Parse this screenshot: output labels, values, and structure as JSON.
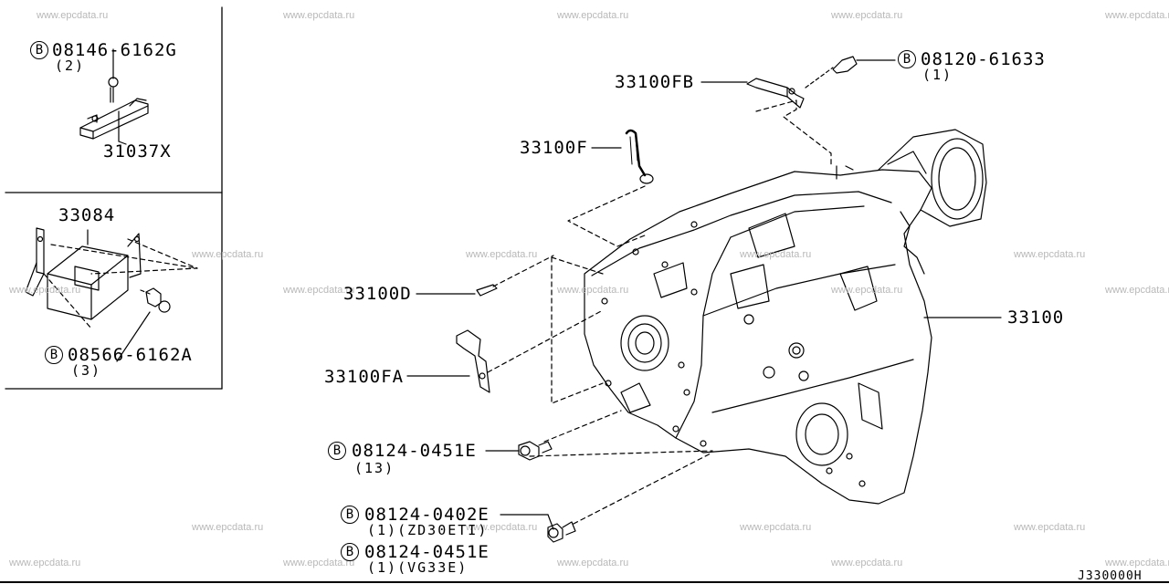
{
  "diagram_code": "J330000H",
  "bolt_marker": "B",
  "watermark": "www.epcdata.ru",
  "labels": {
    "p31037x": "31037X",
    "p33084": "33084",
    "p33100fb": "33100FB",
    "p33100f": "33100F",
    "p33100d": "33100D",
    "p33100fa": "33100FA",
    "p33100": "33100"
  },
  "bolts": {
    "b1": {
      "part": "08146-6162G",
      "qty": "(2)"
    },
    "b2": {
      "part": "08566-6162A",
      "qty": "(3)"
    },
    "b3": {
      "part": "08120-61633",
      "qty": "(1)"
    },
    "b4": {
      "part": "08124-0451E",
      "qty": "(13)"
    },
    "b5": {
      "part": "08124-0402E",
      "qty": "(1)(ZD30ETI)"
    },
    "b6": {
      "part": "08124-0451E",
      "qty": "(1)(VG33E)"
    }
  }
}
